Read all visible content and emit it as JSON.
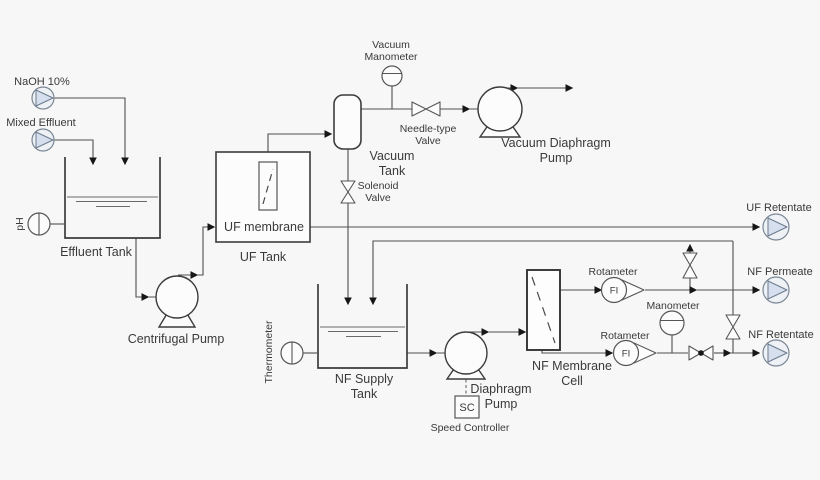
{
  "labels": {
    "naoh_feed": "NaOH 10%",
    "mixed_effluent_feed": "Mixed Effluent",
    "ph_meter": "pH",
    "effluent_tank": "Effluent Tank",
    "centrifugal_pump": "Centrifugal Pump",
    "uf_membrane": "UF membrane",
    "uf_tank": "UF Tank",
    "vacuum_manometer_line1": "Vacuum",
    "vacuum_manometer_line2": "Manometer",
    "vacuum_tank_line1": "Vacuum",
    "vacuum_tank_line2": "Tank",
    "needle_valve_line1": "Needle-type",
    "needle_valve_line2": "Valve",
    "vacuum_pump_line1": "Vacuum Diaphragm",
    "vacuum_pump_line2": "Pump",
    "solenoid_valve_line1": "Solenoid",
    "solenoid_valve_line2": "Valve",
    "thermometer": "Thermometer",
    "nf_supply_tank_line1": "NF Supply",
    "nf_supply_tank_line2": "Tank",
    "diaphragm_pump_line1": "Diaphragm",
    "diaphragm_pump_line2": "Pump",
    "speed_controller_abbr": "SC",
    "speed_controller": "Speed Controller",
    "nf_membrane_cell_line1": "NF Membrane",
    "nf_membrane_cell_line2": "Cell",
    "rotameter_permeate": "Rotameter",
    "rotameter_retentate": "Rotameter",
    "flow_indicator_permeate": "FI",
    "flow_indicator_retentate": "FI",
    "manometer": "Manometer",
    "uf_retentate": "UF Retentate",
    "nf_permeate": "NF Permeate",
    "nf_retentate": "NF Retentate"
  },
  "colors": {
    "background": "#f7f7f7",
    "pipe": "#4f4f4f",
    "equipment_stroke": "#3c3c3c",
    "label_text": "#3a3a3a",
    "pump_symbol_fill": "#eef2f7",
    "pump_triangle_fill": "#d5dfee",
    "arrow": "#161616"
  }
}
